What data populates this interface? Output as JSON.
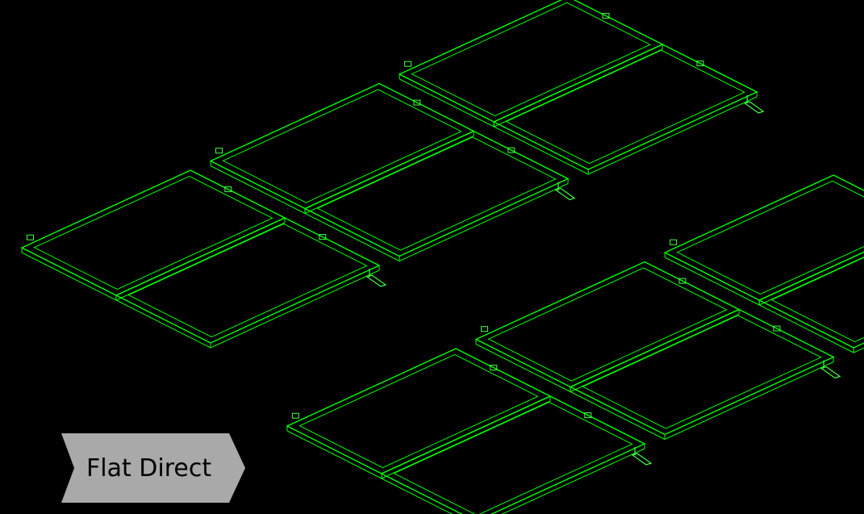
{
  "scene": {
    "background_color": "#000000",
    "line_color": "#00ff00",
    "bracket_color": "#44ff44",
    "panel_rows": 2,
    "panels_per_row": 6
  },
  "tag": {
    "label": "Flat Direct",
    "fill_color": "#a9a9a9",
    "text_color": "#000000"
  }
}
